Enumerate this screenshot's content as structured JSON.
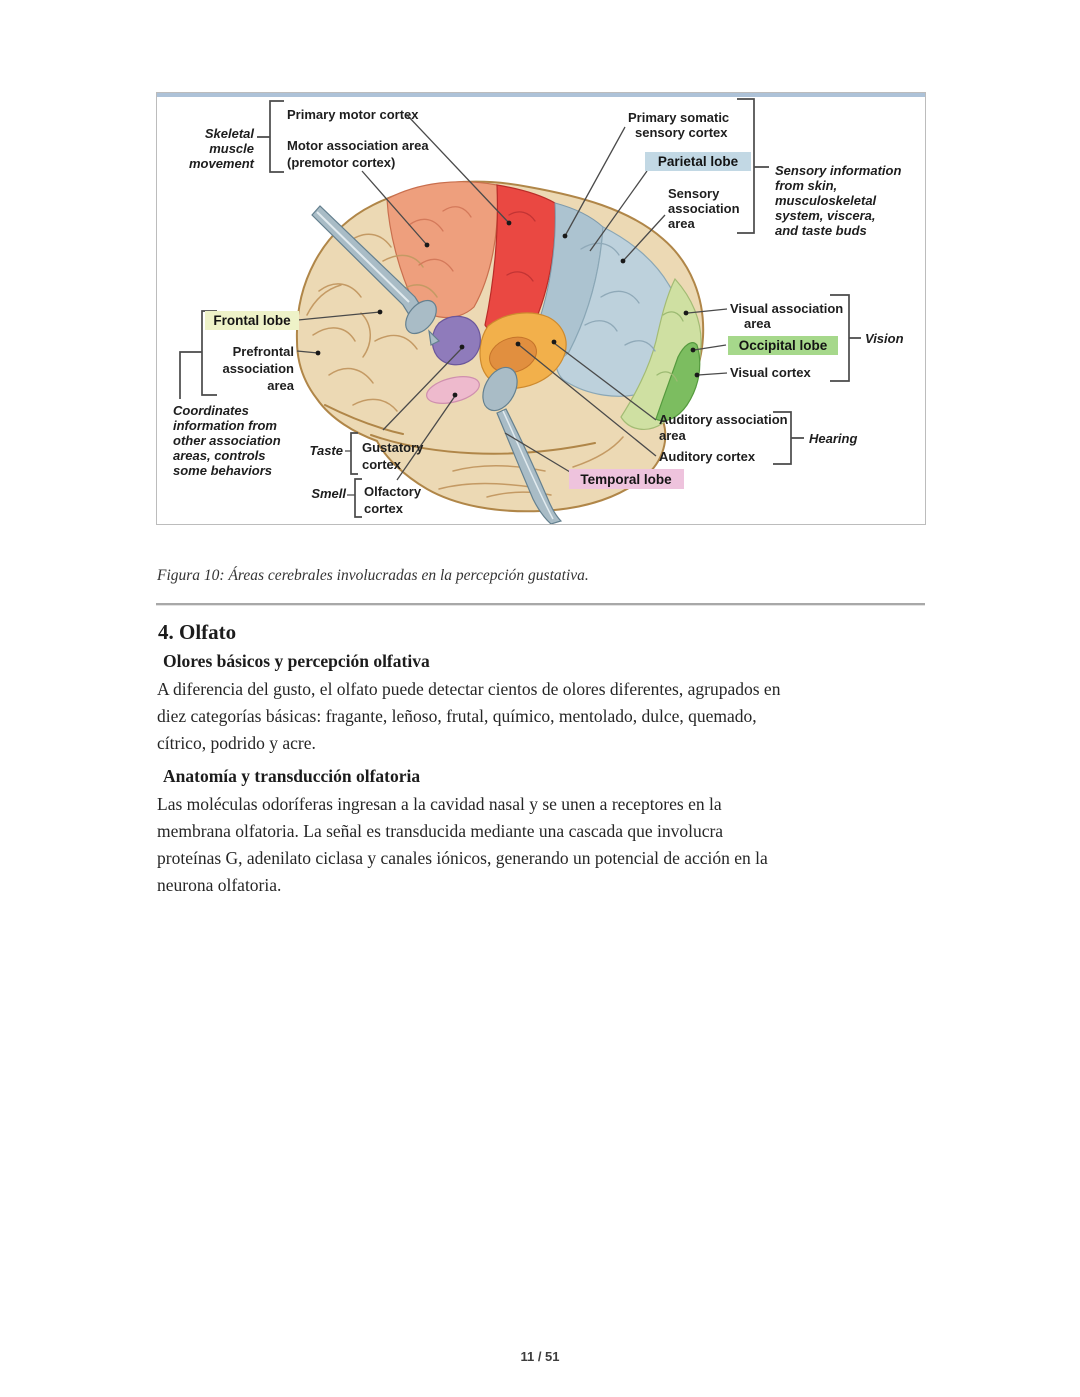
{
  "figure": {
    "caption": "Figura 10: Áreas cerebrales involucradas en la percepción gustativa.",
    "labels": {
      "skeletal": [
        "Skeletal",
        "muscle",
        "movement"
      ],
      "primary_motor": [
        "Primary motor cortex"
      ],
      "motor_assoc": [
        "Motor association area",
        "(premotor cortex)"
      ],
      "primary_somatic": [
        "Primary somatic",
        "sensory cortex"
      ],
      "parietal": "Parietal lobe",
      "sensory_assoc": [
        "Sensory",
        "association",
        "area"
      ],
      "sensory_info": [
        "Sensory information",
        "from skin,",
        "musculoskeletal",
        "system, viscera,",
        "and taste buds"
      ],
      "frontal": "Frontal lobe",
      "prefrontal": [
        "Prefrontal",
        "association",
        "area"
      ],
      "coordinates": [
        "Coordinates",
        "information from",
        "other association",
        "areas, controls",
        "some behaviors"
      ],
      "visual_assoc": [
        "Visual association",
        "area"
      ],
      "occipital": "Occipital lobe",
      "visual_cortex": "Visual cortex",
      "vision": "Vision",
      "auditory_assoc": [
        "Auditory association",
        "area"
      ],
      "auditory_cortex": "Auditory cortex",
      "hearing": "Hearing",
      "temporal": "Temporal lobe",
      "taste": "Taste",
      "gustatory": [
        "Gustatory",
        "cortex"
      ],
      "smell": "Smell",
      "olfactory": [
        "Olfactory",
        "cortex"
      ]
    },
    "colors": {
      "top_bar": "#adc2d8",
      "cortex_beige": "#ecd9b4",
      "motor_association_salmon": "#ee9f7d",
      "primary_motor_red": "#ea4842",
      "primary_somatic_blue": "#acc3d0",
      "sensory_association_blue": "#bdd1dc",
      "visual_association_green": "#cfe0a2",
      "visual_cortex_green": "#7cbd60",
      "auditory_association_orange": "#f2b04b",
      "auditory_cortex_orange": "#e18f3f",
      "gustatory_purple": "#8f7bbb",
      "olfactory_pink": "#eebacd",
      "utensil_gray": "#a9bcc6",
      "frontal_label_bg": "#eef2c8",
      "parietal_label_bg": "#c2d8e4",
      "occipital_label_bg": "#a6d88b",
      "temporal_label_bg": "#eec3dd"
    }
  },
  "content": {
    "heading": "4. Olfato",
    "sub1": {
      "title": "Olores básicos y percepción olfativa",
      "lines": [
        "A diferencia del gusto, el olfato puede detectar cientos de olores diferentes, agrupados en",
        "diez categorías básicas: fragante, leñoso, frutal, químico, mentolado, dulce, quemado,",
        "cítrico, podrido y acre."
      ]
    },
    "sub2": {
      "title": "Anatomía y transducción olfatoria",
      "lines": [
        "Las moléculas odoríferas ingresan a la cavidad nasal y se unen a receptores en la",
        "membrana olfatoria. La señal es transducida mediante una cascada que involucra",
        "proteínas G, adenilato ciclasa y canales iónicos, generando un potencial de acción en la",
        "neurona olfatoria."
      ]
    }
  },
  "footer": {
    "page_indicator": "11 / 51"
  }
}
